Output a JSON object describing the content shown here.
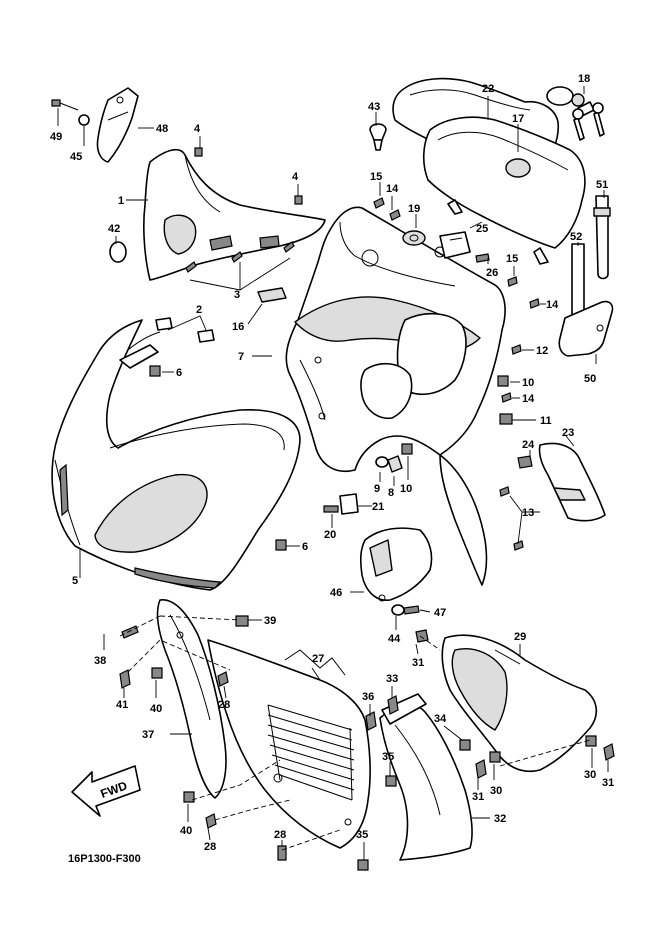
{
  "diagram": {
    "drawing_code": "16P1300-F300",
    "fwd_label": "FWD",
    "callouts": [
      "1",
      "2",
      "3",
      "4",
      "5",
      "6",
      "7",
      "8",
      "9",
      "10",
      "11",
      "12",
      "13",
      "14",
      "15",
      "16",
      "17",
      "18",
      "19",
      "20",
      "21",
      "22",
      "23",
      "24",
      "25",
      "26",
      "27",
      "28",
      "29",
      "30",
      "31",
      "32",
      "33",
      "34",
      "35",
      "36",
      "37",
      "38",
      "39",
      "40",
      "41",
      "42",
      "43",
      "44",
      "45",
      "46",
      "47",
      "48",
      "49",
      "50",
      "51",
      "52"
    ]
  }
}
